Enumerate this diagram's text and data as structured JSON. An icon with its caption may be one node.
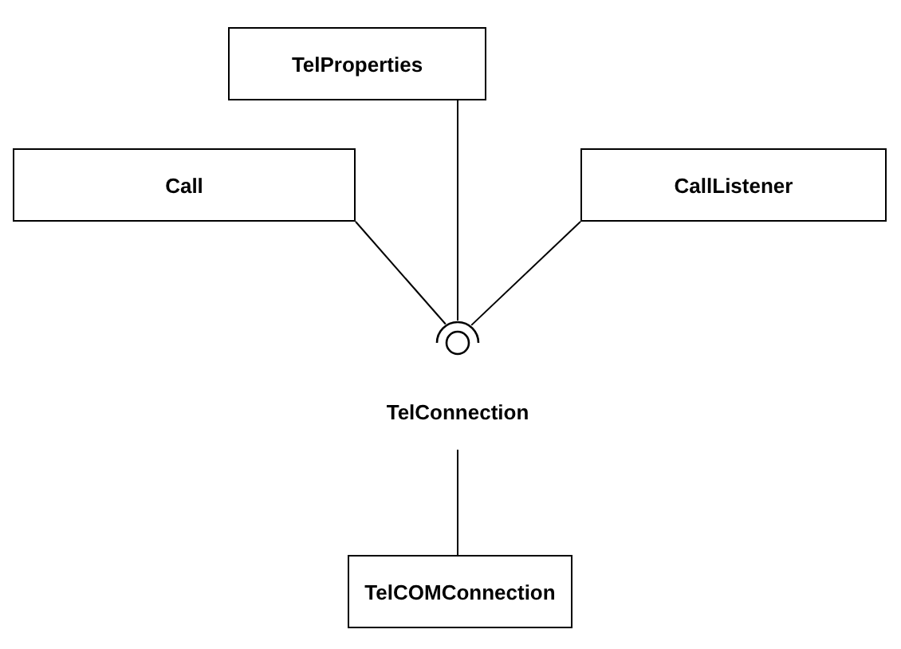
{
  "diagram": {
    "nodes": [
      {
        "text": [
          "TelProperties"
        ]
      },
      {
        "text": [
          "Call"
        ]
      },
      {
        "text": [
          "CallListener"
        ]
      },
      {
        "text": [
          "TelConnection"
        ]
      },
      {
        "text": [
          "TelCOMConnection"
        ]
      }
    ],
    "edges": [
      {
        "from": 1,
        "to": 3,
        "arrow": "none"
      },
      {
        "from": 0,
        "to": 3,
        "arrow": "none"
      },
      {
        "from": 2,
        "to": 3,
        "arrow": "none"
      },
      {
        "from": 4,
        "to": 3,
        "arrow": "none"
      }
    ]
  }
}
